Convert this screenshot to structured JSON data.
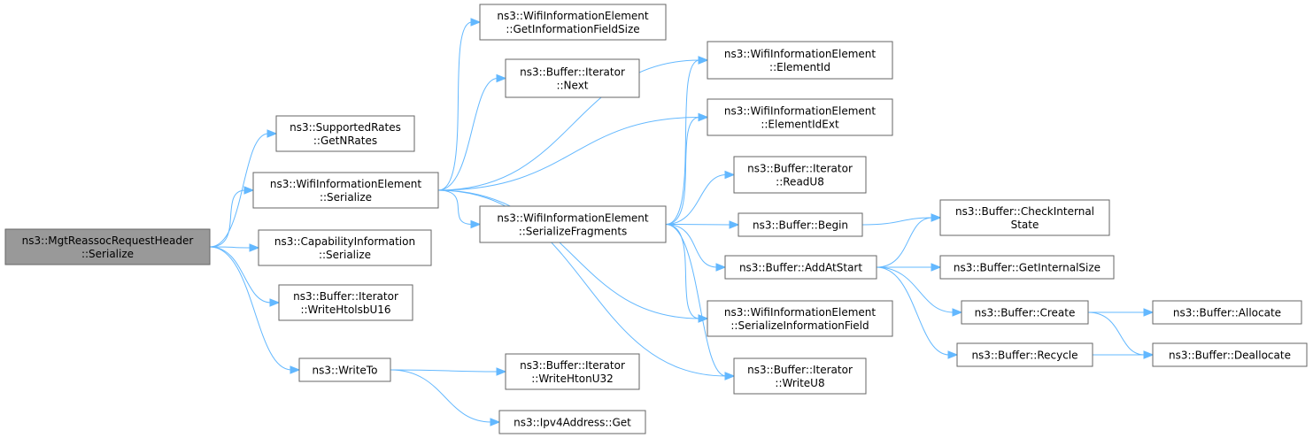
{
  "colors": {
    "edge": "#63b8ff",
    "node_border": "#666666",
    "root_fill": "#999999",
    "node_fill": "#ffffff"
  },
  "nodes": [
    {
      "id": "root",
      "lines": [
        "ns3::MgtReassocRequestHeader",
        "::Serialize"
      ],
      "root": true
    },
    {
      "id": "sr_getnrates",
      "lines": [
        "ns3::SupportedRates",
        "::GetNRates"
      ]
    },
    {
      "id": "wie_serialize",
      "lines": [
        "ns3::WifiInformationElement",
        "::Serialize"
      ]
    },
    {
      "id": "capinfo_serialize",
      "lines": [
        "ns3::CapabilityInformation",
        "::Serialize"
      ]
    },
    {
      "id": "it_writehtolsbu16",
      "lines": [
        "ns3::Buffer::Iterator",
        "::WriteHtolsbU16"
      ]
    },
    {
      "id": "writeto",
      "lines": [
        "ns3::WriteTo"
      ]
    },
    {
      "id": "wie_getinfofieldsize",
      "lines": [
        "ns3::WifiInformationElement",
        "::GetInformationFieldSize"
      ]
    },
    {
      "id": "it_next",
      "lines": [
        "ns3::Buffer::Iterator",
        "::Next"
      ]
    },
    {
      "id": "wie_serializefragments",
      "lines": [
        "ns3::WifiInformationElement",
        "::SerializeFragments"
      ]
    },
    {
      "id": "it_writehtonu32",
      "lines": [
        "ns3::Buffer::Iterator",
        "::WriteHtonU32"
      ]
    },
    {
      "id": "ipv4_get",
      "lines": [
        "ns3::Ipv4Address::Get"
      ]
    },
    {
      "id": "wie_elementid",
      "lines": [
        "ns3::WifiInformationElement",
        "::ElementId"
      ]
    },
    {
      "id": "wie_elementidext",
      "lines": [
        "ns3::WifiInformationElement",
        "::ElementIdExt"
      ]
    },
    {
      "id": "it_readu8",
      "lines": [
        "ns3::Buffer::Iterator",
        "::ReadU8"
      ]
    },
    {
      "id": "buf_begin",
      "lines": [
        "ns3::Buffer::Begin"
      ]
    },
    {
      "id": "buf_addatstart",
      "lines": [
        "ns3::Buffer::AddAtStart"
      ]
    },
    {
      "id": "wie_serializeinfofield",
      "lines": [
        "ns3::WifiInformationElement",
        "::SerializeInformationField"
      ]
    },
    {
      "id": "it_writeu8",
      "lines": [
        "ns3::Buffer::Iterator",
        "::WriteU8"
      ]
    },
    {
      "id": "buf_checkinternalstate",
      "lines": [
        "ns3::Buffer::CheckInternal",
        "State"
      ]
    },
    {
      "id": "buf_getinternalsize",
      "lines": [
        "ns3::Buffer::GetInternalSize"
      ]
    },
    {
      "id": "buf_create",
      "lines": [
        "ns3::Buffer::Create"
      ]
    },
    {
      "id": "buf_recycle",
      "lines": [
        "ns3::Buffer::Recycle"
      ]
    },
    {
      "id": "buf_allocate",
      "lines": [
        "ns3::Buffer::Allocate"
      ]
    },
    {
      "id": "buf_deallocate",
      "lines": [
        "ns3::Buffer::Deallocate"
      ]
    }
  ],
  "edges": [
    {
      "from": "root",
      "to": "sr_getnrates"
    },
    {
      "from": "root",
      "to": "wie_serialize"
    },
    {
      "from": "root",
      "to": "capinfo_serialize"
    },
    {
      "from": "root",
      "to": "it_writehtolsbu16"
    },
    {
      "from": "root",
      "to": "writeto"
    },
    {
      "from": "wie_serialize",
      "to": "wie_getinfofieldsize"
    },
    {
      "from": "wie_serialize",
      "to": "it_next"
    },
    {
      "from": "wie_serialize",
      "to": "wie_elementid"
    },
    {
      "from": "wie_serialize",
      "to": "wie_elementidext"
    },
    {
      "from": "wie_serialize",
      "to": "wie_serializefragments"
    },
    {
      "from": "wie_serialize",
      "to": "wie_serializeinfofield"
    },
    {
      "from": "wie_serialize",
      "to": "it_writeu8"
    },
    {
      "from": "wie_serializefragments",
      "to": "wie_elementid"
    },
    {
      "from": "wie_serializefragments",
      "to": "wie_elementidext"
    },
    {
      "from": "wie_serializefragments",
      "to": "it_readu8"
    },
    {
      "from": "wie_serializefragments",
      "to": "buf_begin"
    },
    {
      "from": "wie_serializefragments",
      "to": "buf_addatstart"
    },
    {
      "from": "wie_serializefragments",
      "to": "wie_serializeinfofield"
    },
    {
      "from": "wie_serializefragments",
      "to": "it_writeu8"
    },
    {
      "from": "writeto",
      "to": "it_writehtonu32"
    },
    {
      "from": "writeto",
      "to": "ipv4_get"
    },
    {
      "from": "buf_begin",
      "to": "buf_checkinternalstate"
    },
    {
      "from": "buf_addatstart",
      "to": "buf_checkinternalstate"
    },
    {
      "from": "buf_addatstart",
      "to": "buf_getinternalsize"
    },
    {
      "from": "buf_addatstart",
      "to": "buf_create"
    },
    {
      "from": "buf_addatstart",
      "to": "buf_recycle"
    },
    {
      "from": "buf_create",
      "to": "buf_allocate"
    },
    {
      "from": "buf_create",
      "to": "buf_deallocate"
    },
    {
      "from": "buf_recycle",
      "to": "buf_deallocate"
    }
  ]
}
